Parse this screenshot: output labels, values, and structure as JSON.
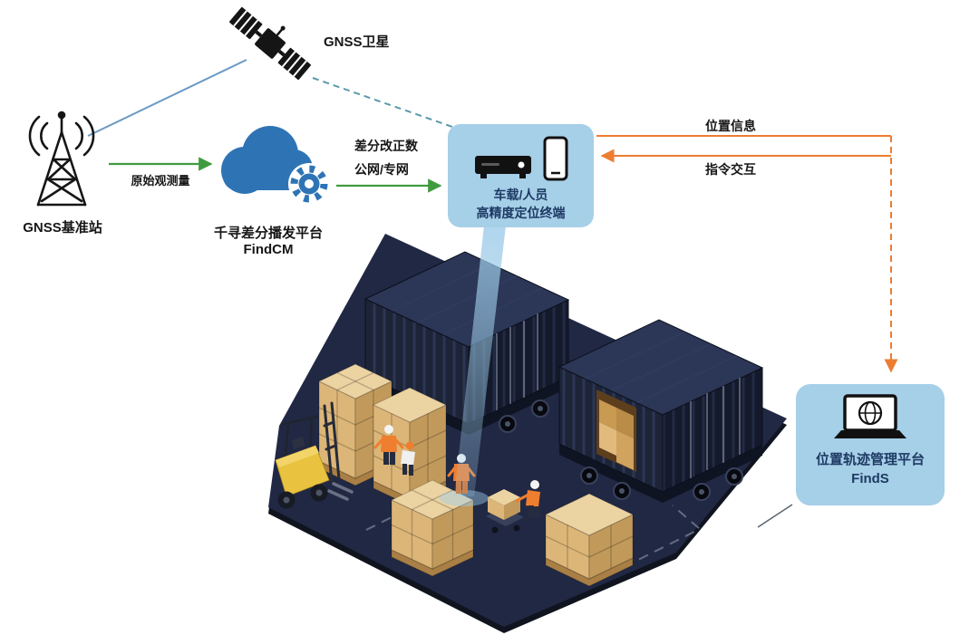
{
  "diagram": {
    "satellite": {
      "label": "GNSS卫星"
    },
    "base_station": {
      "label": "GNSS基准站"
    },
    "cloud_platform": {
      "name": "千寻差分播发平台",
      "product": "FindCM"
    },
    "link_raw_observation": {
      "label": "原始观测量"
    },
    "link_correction": {
      "line1": "差分改正数",
      "line2": "公网/专网"
    },
    "terminal_panel": {
      "line1": "车载/人员",
      "line2": "高精度定位终端"
    },
    "flow_position_info": {
      "label": "位置信息"
    },
    "flow_command": {
      "label": "指令交互"
    },
    "management_platform": {
      "name": "位置轨迹管理平台",
      "product": "FindS"
    }
  },
  "colors": {
    "green_arrow": "#3f9b3f",
    "orange_arrow": "#ed7d31",
    "panel_background": "#a6cfe8",
    "panel_text": "#1d3a63",
    "cloud_blue": "#2e74b5",
    "satellite_link_blue": "#6b9ac4",
    "satellite_link_dashed_teal": "#5b9aa9",
    "container_navy": "#1d2437",
    "floor_navy": "#212844",
    "carton_tan": "#dcb678",
    "forklift_yellow": "#e9c23f",
    "beam_blue": "#9ccbe8"
  }
}
